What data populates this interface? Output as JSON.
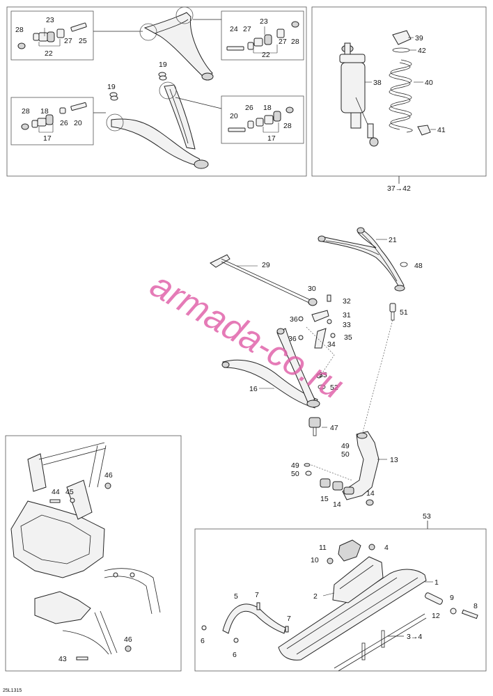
{
  "diagram_ref": "25L1315",
  "watermark": "armada-co.ru",
  "arrow_labels": {
    "shock_kit": "37→42",
    "ski_kit": "3→4"
  },
  "callouts": {
    "c23a": "23",
    "c28a": "28",
    "c27a": "27",
    "c25": "25",
    "c22a": "22",
    "c23b": "23",
    "c24": "24",
    "c27b": "27",
    "c28b": "28",
    "c22b": "22",
    "c19a": "19",
    "c19b": "19",
    "c28c": "28",
    "c18a": "18",
    "c26a": "26",
    "c20a": "20",
    "c17a": "17",
    "c20b": "20",
    "c26b": "26",
    "c18b": "18",
    "c28d": "28",
    "c17b": "17",
    "c39": "39",
    "c42": "42",
    "c38": "38",
    "c40": "40",
    "c41": "41",
    "c21": "21",
    "c48": "48",
    "c29": "29",
    "c30": "30",
    "c32": "32",
    "c31": "31",
    "c36a": "36",
    "c33": "33",
    "c36b": "36",
    "c35a": "35",
    "c34": "34",
    "c51": "51",
    "c35b": "35",
    "c16": "16",
    "c52": "52",
    "c47": "47",
    "c49a": "49",
    "c50a": "50",
    "c13": "13",
    "c49b": "49",
    "c50b": "50",
    "c15": "15",
    "c14a": "14",
    "c14b": "14",
    "c46a": "46",
    "c44": "44",
    "c45": "45",
    "c46b": "46",
    "c43": "43",
    "c53": "53",
    "c11": "11",
    "c4a": "4",
    "c10": "10",
    "c1": "1",
    "c2": "2",
    "c5": "5",
    "c7a": "7",
    "c9": "9",
    "c8": "8",
    "c12": "12",
    "c7b": "7",
    "c6a": "6",
    "c6b": "6"
  }
}
